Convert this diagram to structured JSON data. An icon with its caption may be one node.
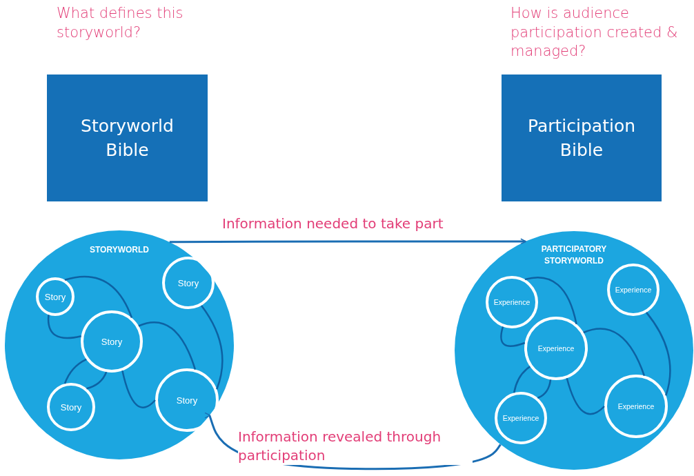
{
  "diagram": {
    "nodes": [
      {
        "text": [
          "Storyworld Bible"
        ],
        "beside": [
          "What defines this storyworld?"
        ]
      },
      {
        "text": [
          "Participation Bible"
        ],
        "beside": [
          "How is audience participation created & managed?"
        ]
      },
      {
        "text": [
          "STORYWORLD"
        ]
      },
      {
        "text": [
          "Story"
        ],
        "in": 2
      },
      {
        "text": [
          "Story"
        ],
        "in": 2
      },
      {
        "text": [
          "Story"
        ],
        "in": 2
      },
      {
        "text": [
          "Story"
        ],
        "in": 2
      },
      {
        "text": [
          "Story"
        ],
        "in": 2
      },
      {
        "text": [
          "PARTICIPATORY STORYWORLD"
        ]
      },
      {
        "text": [
          "Experience"
        ],
        "in": 8
      },
      {
        "text": [
          "Experience"
        ],
        "in": 8
      },
      {
        "text": [
          "Experience"
        ],
        "in": 8
      },
      {
        "text": [
          "Experience"
        ],
        "in": 8
      },
      {
        "text": [
          "Experience"
        ],
        "in": 8
      }
    ],
    "edges": [
      {
        "from": 2,
        "to": 8,
        "arrow": "to",
        "label": "Information needed to take part"
      },
      {
        "from": 8,
        "to": 2,
        "arrow": "to",
        "label": "Information revealed through participation"
      },
      {
        "from": 3,
        "to": 5,
        "arrow": "none"
      },
      {
        "from": 3,
        "to": 5,
        "arrow": "none"
      },
      {
        "from": 5,
        "to": 7,
        "arrow": "none"
      },
      {
        "from": 5,
        "to": 7,
        "arrow": "none"
      },
      {
        "from": 4,
        "to": 7,
        "arrow": "none"
      },
      {
        "from": 6,
        "to": 5,
        "arrow": "none"
      },
      {
        "from": 6,
        "to": 5,
        "arrow": "none"
      },
      {
        "from": 9,
        "to": 11,
        "arrow": "none"
      },
      {
        "from": 9,
        "to": 11,
        "arrow": "none"
      },
      {
        "from": 11,
        "to": 13,
        "arrow": "none"
      },
      {
        "from": 11,
        "to": 13,
        "arrow": "none"
      },
      {
        "from": 10,
        "to": 13,
        "arrow": "none"
      },
      {
        "from": 12,
        "to": 11,
        "arrow": "none"
      },
      {
        "from": 12,
        "to": 11,
        "arrow": "none"
      }
    ]
  }
}
